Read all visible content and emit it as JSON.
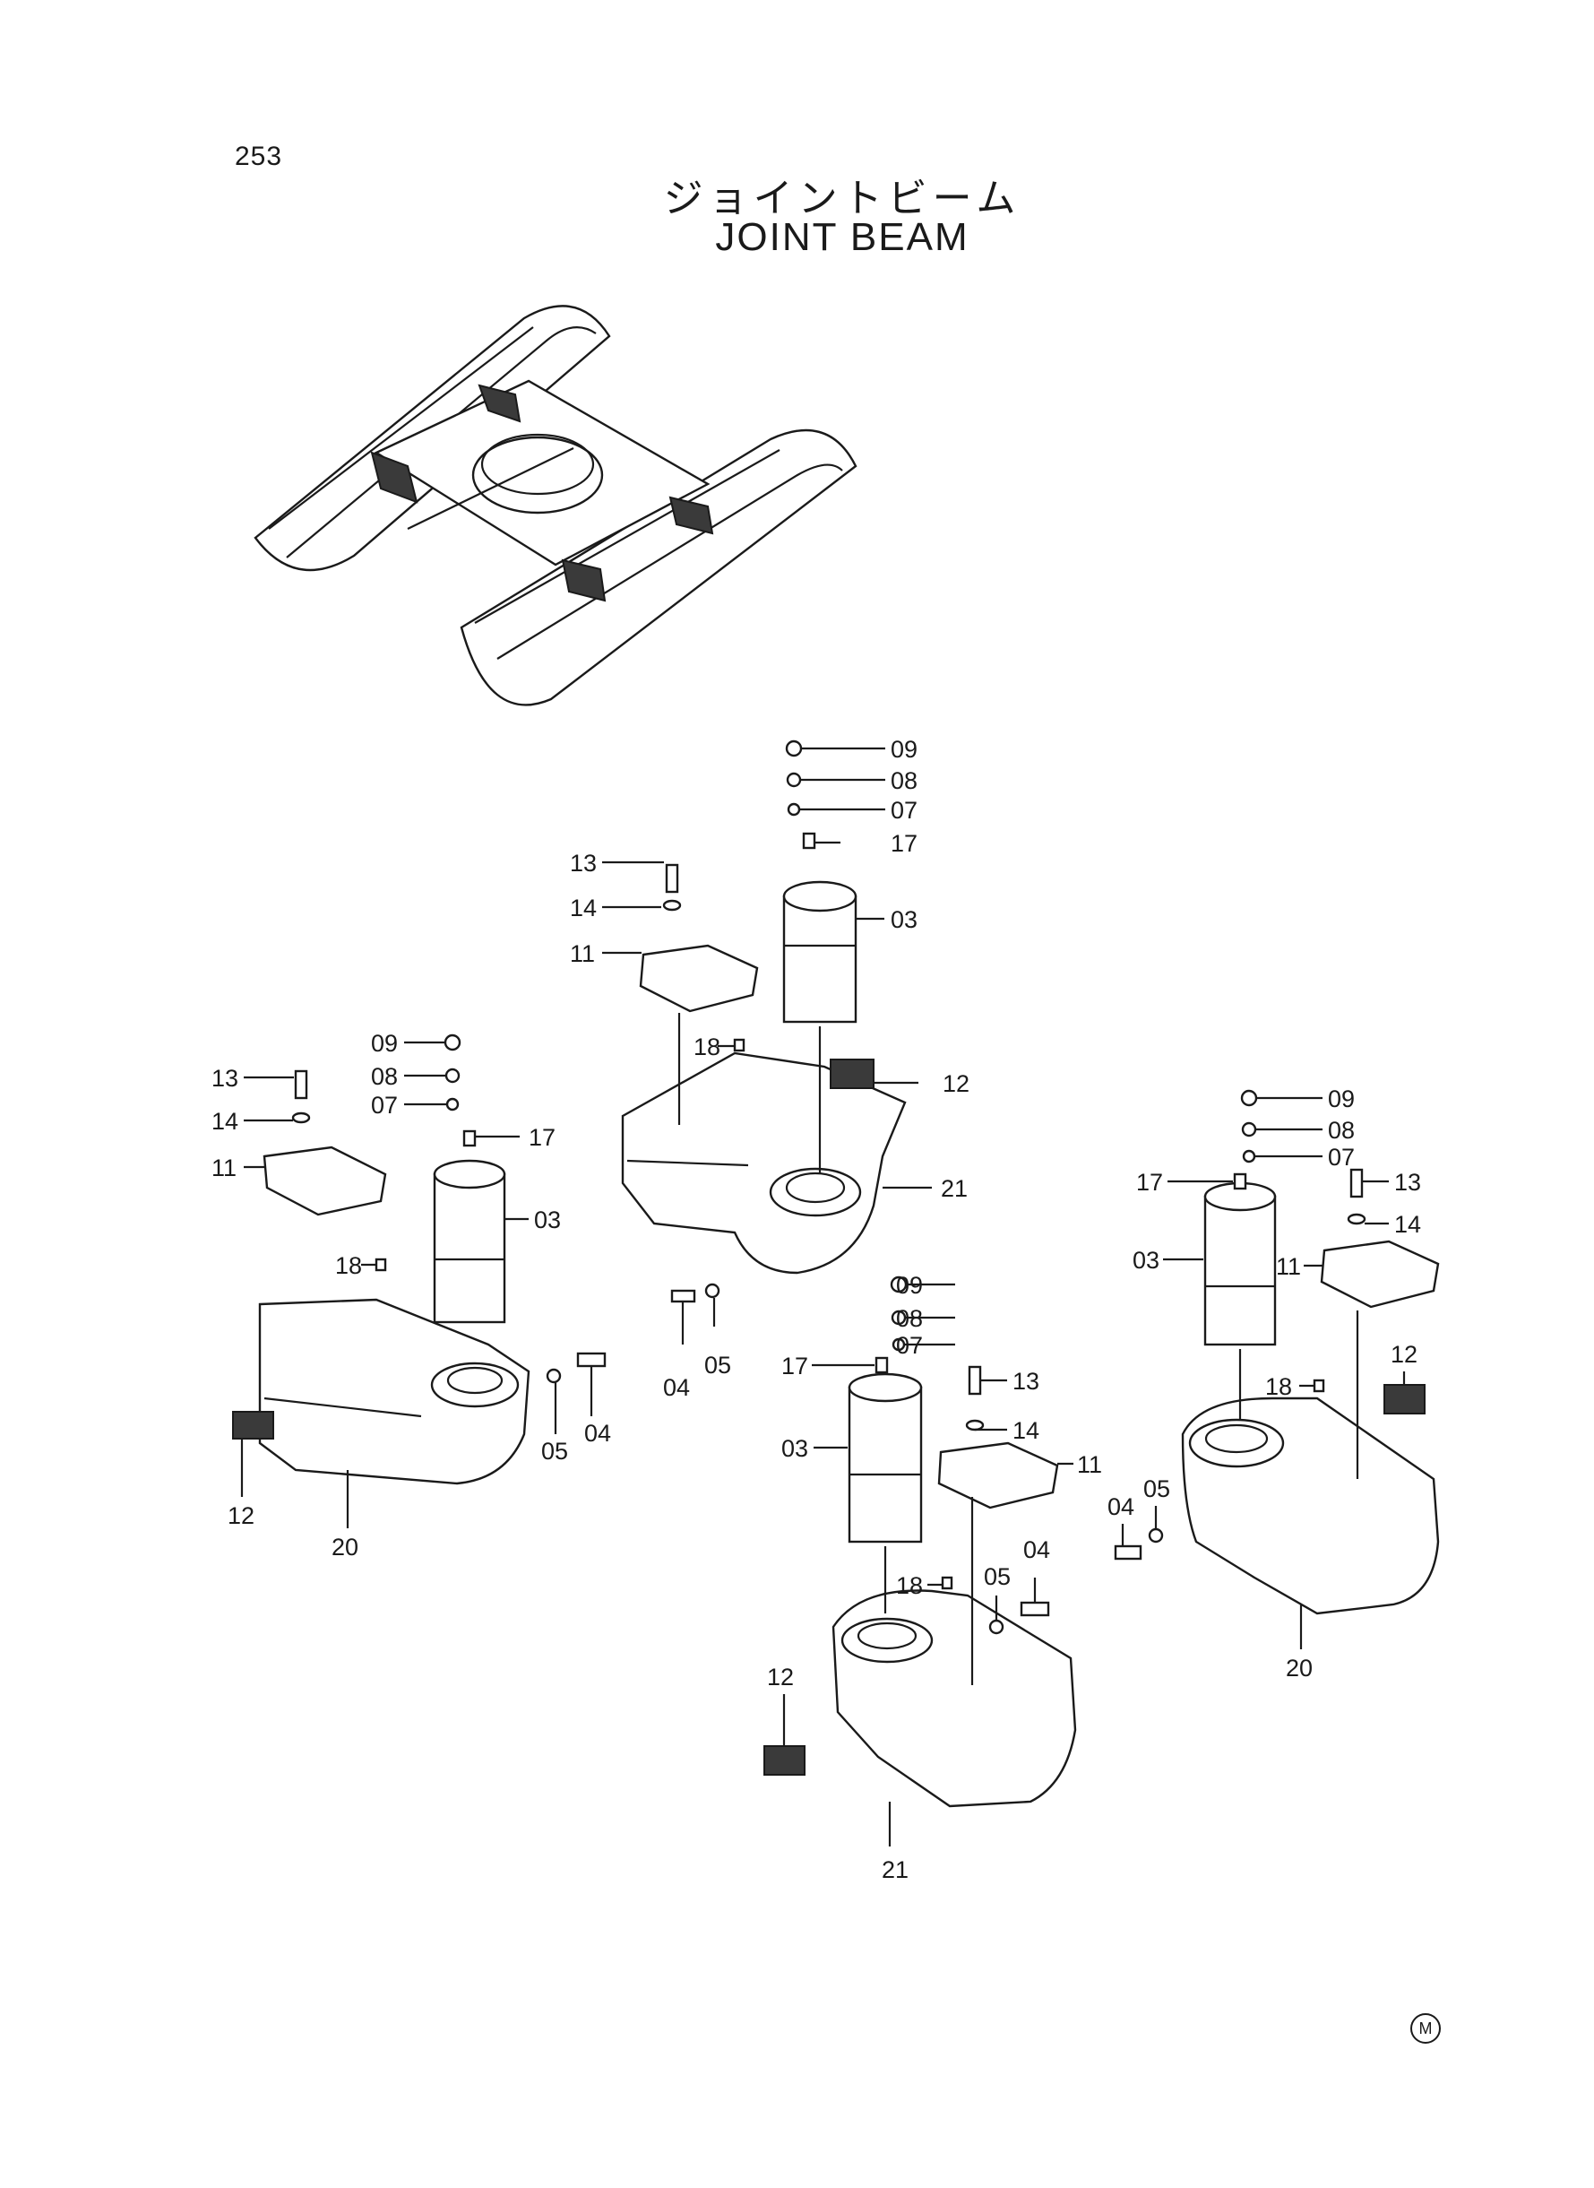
{
  "page_number": "253",
  "title_jp": "ジョイントビーム",
  "title_en": "JOINT BEAM",
  "mark": "M",
  "callouts": {
    "c1": [
      "09",
      "08",
      "07",
      "17",
      "13",
      "14",
      "11",
      "03",
      "18",
      "12",
      "21",
      "04",
      "05"
    ],
    "c2": [
      "09",
      "08",
      "07",
      "13",
      "14",
      "11",
      "17",
      "03",
      "18",
      "12",
      "20",
      "05",
      "04"
    ],
    "c3": [
      "09",
      "08",
      "07",
      "17",
      "03",
      "13",
      "14",
      "11",
      "18",
      "12",
      "21",
      "05",
      "04"
    ],
    "c4": [
      "09",
      "08",
      "07",
      "17",
      "03",
      "13",
      "14",
      "11",
      "12",
      "18",
      "04",
      "05",
      "20"
    ]
  }
}
